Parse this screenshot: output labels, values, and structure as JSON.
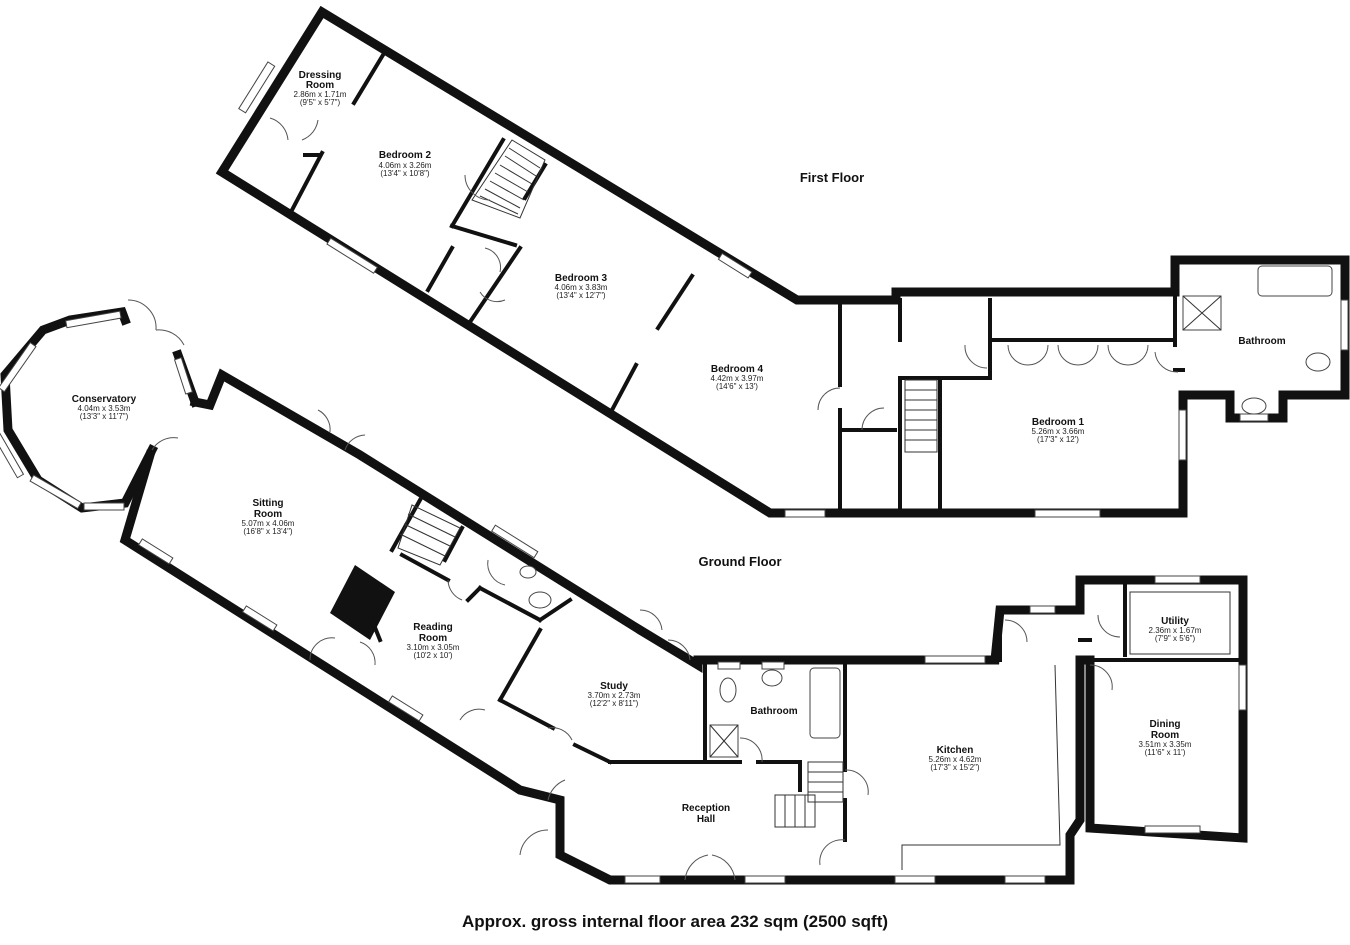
{
  "floors": {
    "first": "First Floor",
    "ground": "Ground Floor"
  },
  "rooms": {
    "dressing_room": {
      "name": "Dressing Room",
      "name_line1": "Dressing",
      "name_line2": "Room",
      "metric": "2.86m x 1.71m",
      "imperial": "(9'5\" x 5'7\")"
    },
    "bedroom2": {
      "name": "Bedroom 2",
      "metric": "4.06m x 3.26m",
      "imperial": "(13'4\" x 10'8\")"
    },
    "bedroom3": {
      "name": "Bedroom 3",
      "metric": "4.06m x 3.83m",
      "imperial": "(13'4\" x 12'7\")"
    },
    "bedroom4": {
      "name": "Bedroom 4",
      "metric": "4.42m x 3.97m",
      "imperial": "(14'6\" x 13')"
    },
    "bedroom1": {
      "name": "Bedroom 1",
      "metric": "5.26m x 3.66m",
      "imperial": "(17'3\" x 12')"
    },
    "bathroom_first": {
      "name": "Bathroom"
    },
    "conservatory": {
      "name": "Conservatory",
      "metric": "4.04m x 3.53m",
      "imperial": "(13'3\" x 11'7\")"
    },
    "sitting_room": {
      "name": "Sitting Room",
      "name_line1": "Sitting",
      "name_line2": "Room",
      "metric": "5.07m x 4.06m",
      "imperial": "(16'8\" x 13'4\")"
    },
    "reading_room": {
      "name": "Reading Room",
      "name_line1": "Reading",
      "name_line2": "Room",
      "metric": "3.10m x 3.05m",
      "imperial": "(10'2 x 10')"
    },
    "study": {
      "name": "Study",
      "metric": "3.70m x 2.73m",
      "imperial": "(12'2\" x 8'11\")"
    },
    "bathroom_ground": {
      "name": "Bathroom"
    },
    "kitchen": {
      "name": "Kitchen",
      "metric": "5.26m x 4.62m",
      "imperial": "(17'3\" x 15'2\")"
    },
    "utility": {
      "name": "Utility",
      "metric": "2.36m x 1.67m",
      "imperial": "(7'9\" x 5'6\")"
    },
    "dining_room": {
      "name": "Dining Room",
      "name_line1": "Dining",
      "name_line2": "Room",
      "metric": "3.51m x 3.35m",
      "imperial": "(11'6\" x 11')"
    },
    "reception_hall": {
      "name": "Reception Hall",
      "name_line1": "Reception",
      "name_line2": "Hall"
    }
  },
  "footer": {
    "area_text": "Approx. gross internal floor area 232 sqm (2500 sqft)"
  }
}
